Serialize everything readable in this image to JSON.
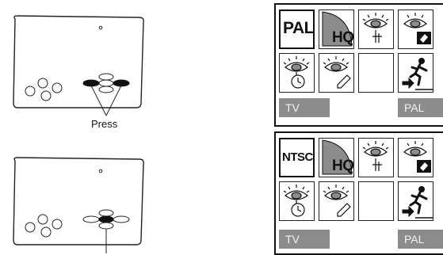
{
  "remote_top": {
    "caption": "Press"
  },
  "menu_pal": {
    "system_tile": "PAL",
    "quality_tile": "HQ",
    "footer_left": "TV",
    "footer_right": "PAL"
  },
  "menu_ntsc": {
    "system_tile": "NTSC",
    "quality_tile": "HQ",
    "footer_left": "TV",
    "footer_right": "PAL"
  },
  "icons": {
    "row1": [
      "system-format-icon",
      "hq-icon",
      "eye-edit-icon",
      "eye-erase-icon"
    ],
    "row2": [
      "eye-timer-icon",
      "eye-pencil-icon",
      "blank-tile",
      "exit-icon"
    ]
  },
  "colors": {
    "bar": "#8c8c8c",
    "ink": "#111111"
  }
}
